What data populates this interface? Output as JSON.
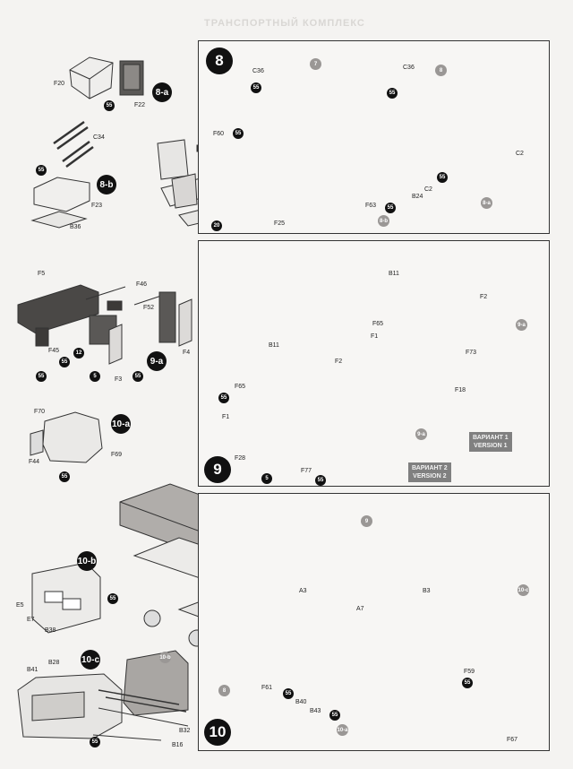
{
  "watermark": "ТРАНСПОРТНЫЙ КОМПЛЕКС",
  "steps": [
    {
      "id": "8",
      "label": "8"
    },
    {
      "id": "9",
      "label": "9"
    },
    {
      "id": "10",
      "label": "10"
    }
  ],
  "sub_steps": {
    "s8a": "8-a",
    "s8b": "8-b",
    "s9a": "9-a",
    "s10a": "10-a",
    "s10b": "10-b",
    "s10c": "10-c"
  },
  "refs": {
    "r7": "7",
    "r8": "8",
    "r9": "9",
    "r8a": "8-a",
    "r8b": "8-b",
    "r9a": "9-a",
    "r9a2": "9-a",
    "r10b": "10-b",
    "r10c": "10-c",
    "r10a": "10-a",
    "r6": "8"
  },
  "paint_codes": {
    "p55": "55",
    "p20": "20",
    "p5": "5",
    "p12": "12"
  },
  "parts": {
    "F20": "F20",
    "F22": "F22",
    "C34": "C34",
    "F23": "F23",
    "B36": "B36",
    "C36a": "C36",
    "C36b": "C36",
    "F60": "F60",
    "F25": "F25",
    "F63": "F63",
    "B24": "B24",
    "C2a": "C2",
    "C2b": "C2",
    "F5": "F5",
    "F46": "F46",
    "F52": "F52",
    "F45": "F45",
    "F3": "F3",
    "F4": "F4",
    "B11a": "B11",
    "B11b": "B11",
    "F65a": "F65",
    "F65b": "F65",
    "F1a": "F1",
    "F1b": "F1",
    "F2a": "F2",
    "F2b": "F2",
    "F73": "F73",
    "F18": "F18",
    "F28": "F28",
    "F77": "F77",
    "F70": "F70",
    "F44": "F44",
    "F69": "F69",
    "E5": "E5",
    "E7": "E7",
    "B38": "B38",
    "B41": "B41",
    "B28": "B28",
    "B32": "B32",
    "B16": "B16",
    "A3": "A3",
    "A7": "A7",
    "B3": "B3",
    "F59": "F59",
    "F61": "F61",
    "B40": "B40",
    "B43": "B43",
    "F67": "F67"
  },
  "variants": [
    {
      "line1": "ВАРИАНТ 1",
      "line2": "VERSION 1"
    },
    {
      "line1": "ВАРИАНТ 2",
      "line2": "VERSION 2"
    }
  ]
}
